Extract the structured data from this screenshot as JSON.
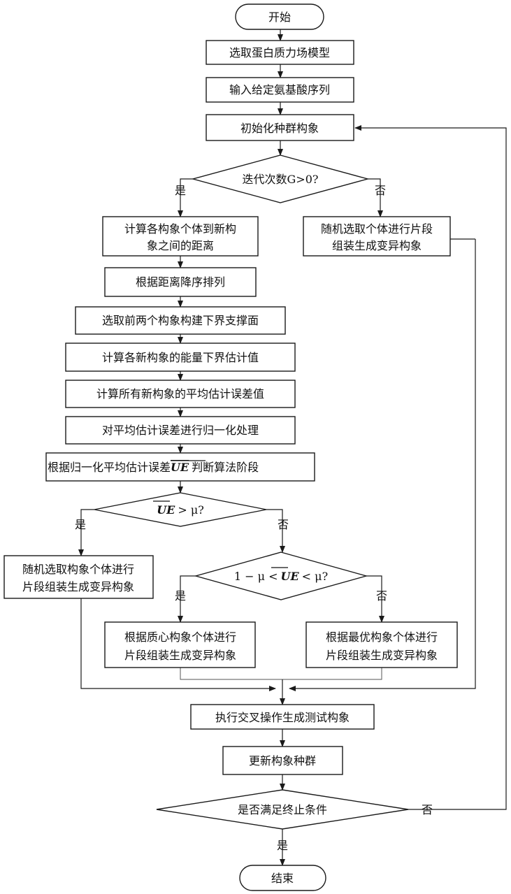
{
  "nodes": {
    "start": "开始",
    "select_model": "选取蛋白质力场模型",
    "input_seq": "输入给定氨基酸序列",
    "init_pop": "初始化种群构象",
    "iter_check": "迭代次数G>0?",
    "calc_dist_1": "计算各构象个体到新构",
    "calc_dist_2": "象之间的距离",
    "random_frag_1": "随机选取个体进行片段",
    "random_frag_2": "组装生成变异构象",
    "sort_desc": "根据距离降序排列",
    "lower_bound": "选取前两个构象构建下界支撑面",
    "estimate_energy": "计算各新构象的能量下界估计值",
    "avg_error": "计算所有新构象的平均估计误差值",
    "normalize": "对平均估计误差进行归一化处理",
    "judge_stage_a": "根据归一化平均估计误差",
    "judge_stage_ue": "UE",
    "judge_stage_b": "判断算法阶段",
    "cond1_ue": "UE",
    "cond1_rest": "> μ?",
    "random_ind_1": "随机选取构象个体进行",
    "random_ind_2": "片段组装生成变异构象",
    "cond2_a": "1 − μ <",
    "cond2_ue": "UE",
    "cond2_b": "< μ?",
    "centroid_1": "根据质心构象个体进行",
    "centroid_2": "片段组装生成变异构象",
    "best_1": "根据最优构象个体进行",
    "best_2": "片段组装生成变异构象",
    "crossover": "执行交叉操作生成测试构象",
    "update": "更新构象种群",
    "term_check": "是否满足终止条件",
    "end": "结束"
  },
  "labels": {
    "yes": "是",
    "no": "否"
  }
}
